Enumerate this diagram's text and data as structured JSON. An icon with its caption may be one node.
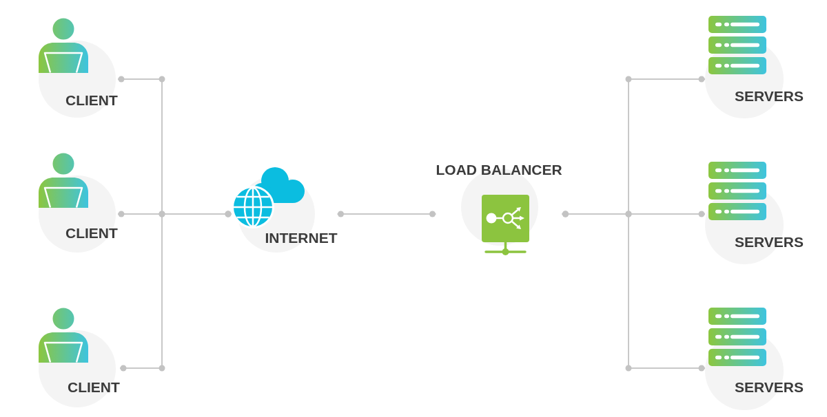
{
  "diagram": {
    "nodes": [
      {
        "text": [
          "CLIENT"
        ]
      },
      {
        "text": [
          "CLIENT"
        ]
      },
      {
        "text": [
          "CLIENT"
        ]
      },
      {
        "text": [
          "INTERNET"
        ]
      },
      {
        "text": [
          "LOAD BALANCER"
        ]
      },
      {
        "text": [
          "SERVERS"
        ]
      },
      {
        "text": [
          "SERVERS"
        ]
      },
      {
        "text": [
          "SERVERS"
        ]
      }
    ],
    "edges": [
      {
        "from": 0,
        "to": 3,
        "arrow": "other"
      },
      {
        "from": 1,
        "to": 3,
        "arrow": "other"
      },
      {
        "from": 2,
        "to": 3,
        "arrow": "other"
      },
      {
        "from": 3,
        "to": 4,
        "arrow": "other"
      },
      {
        "from": 4,
        "to": 5,
        "arrow": "other"
      },
      {
        "from": 4,
        "to": 6,
        "arrow": "other"
      },
      {
        "from": 4,
        "to": 7,
        "arrow": "other"
      }
    ]
  }
}
